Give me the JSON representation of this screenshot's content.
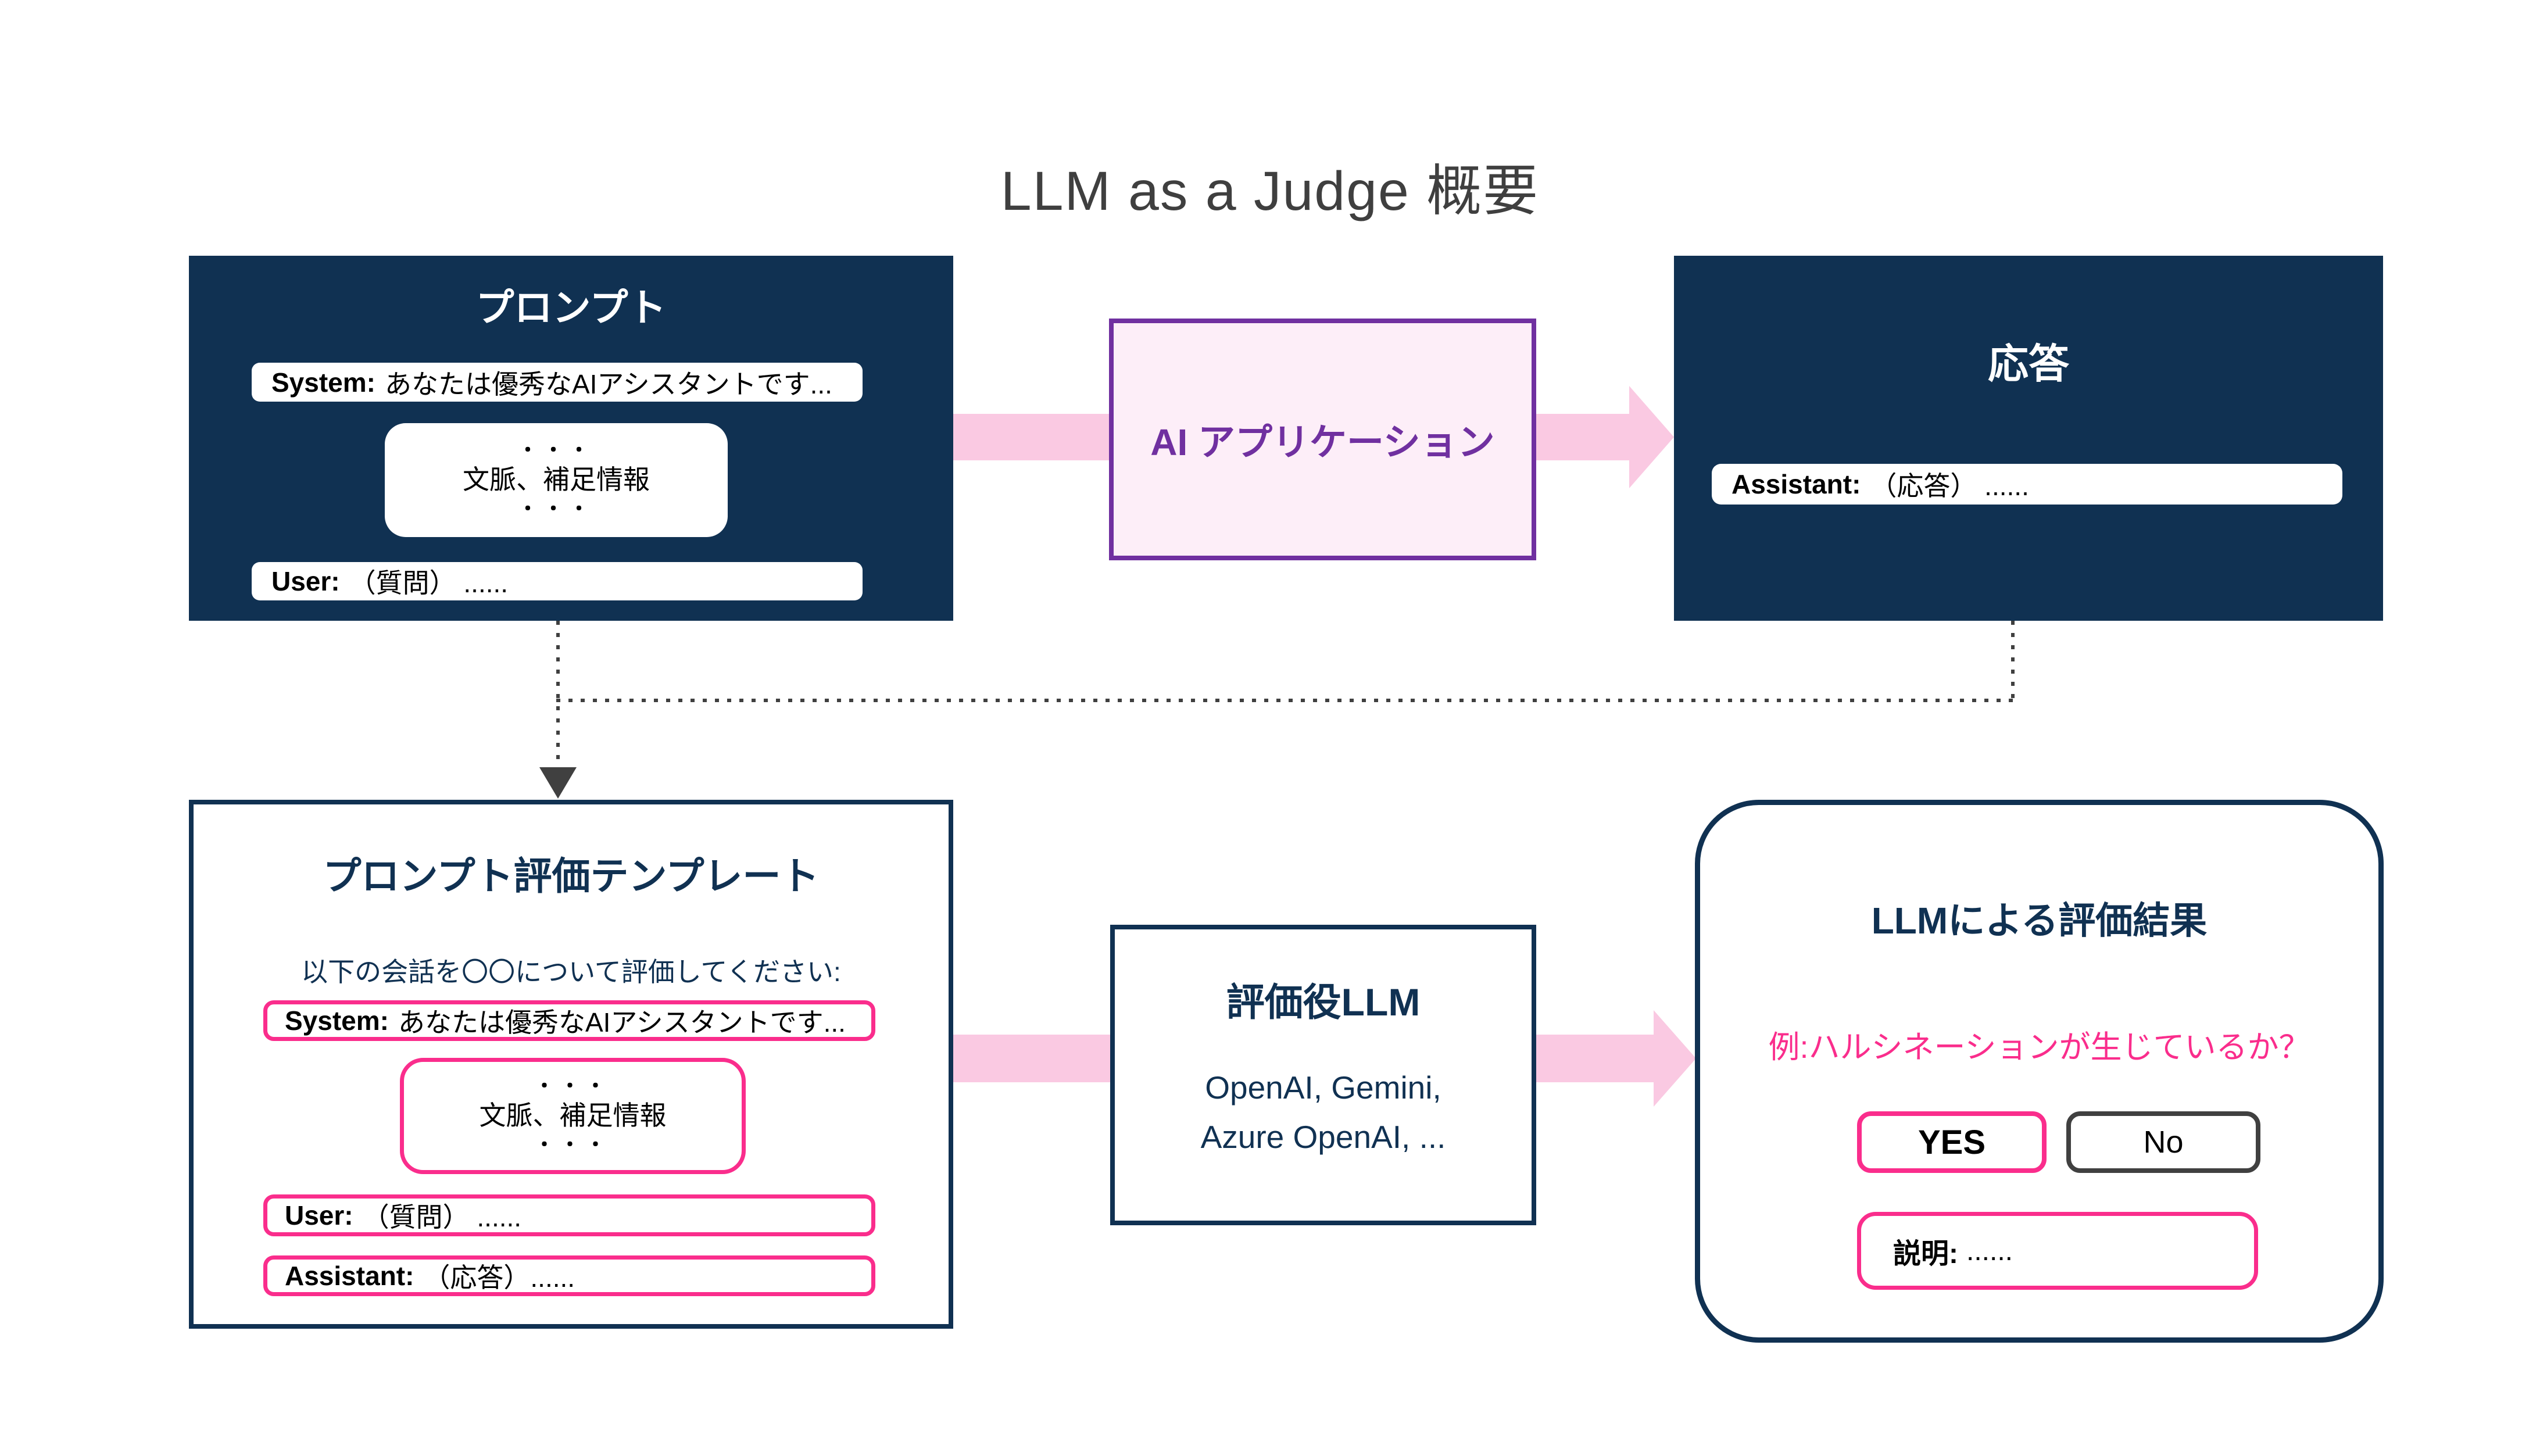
{
  "page_title": "LLM as a Judge 概要",
  "colors": {
    "navy": "#103152",
    "pink_arrow": "#fac9e2",
    "pink_accent": "#fa2d8c",
    "purple": "#7030a0",
    "light_pink_bg": "#fdeef8",
    "connector_gray": "#404040",
    "title_gray": "#3f3f3f"
  },
  "prompt_box": {
    "title": "プロンプト",
    "system_label": "System:",
    "system_text": "あなたは優秀なAIアシスタントです...",
    "context_dots": "・・・",
    "context_text": "文脈、補足情報",
    "user_label": "User:",
    "user_text": "（質問） ......"
  },
  "ai_app_box": {
    "label": "AI アプリケーション"
  },
  "response_box": {
    "title": "応答",
    "assistant_label": "Assistant:",
    "assistant_text": "（応答） ......"
  },
  "template_box": {
    "title": "プロンプト評価テンプレート",
    "instruction": "以下の会話を〇〇について評価してください:",
    "system_label": "System:",
    "system_text": "あなたは優秀なAIアシスタントです...",
    "context_dots": "・・・",
    "context_text": "文脈、補足情報",
    "user_label": "User:",
    "user_text": "（質問） ......",
    "assistant_label": "Assistant:",
    "assistant_text": "（応答）......"
  },
  "judge_box": {
    "title": "評価役LLM",
    "models_line1": "OpenAI, Gemini,",
    "models_line2": "Azure OpenAI, ..."
  },
  "result_box": {
    "title": "LLMによる評価結果",
    "question": "例:ハルシネーションが生じているか？",
    "yes_label": "YES",
    "no_label": "No",
    "explain_label": "説明:",
    "explain_text": "......"
  }
}
